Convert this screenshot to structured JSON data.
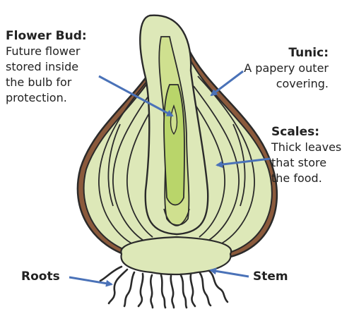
{
  "labels": {
    "flower_bud": {
      "title": "Flower Bud:",
      "lines": [
        "Future flower",
        "stored inside",
        "the bulb for",
        "protection."
      ]
    },
    "tunic": {
      "title": "Tunic:",
      "lines": [
        "A papery outer",
        "covering."
      ]
    },
    "scales": {
      "title": "Scales:",
      "lines": [
        "Thick leaves",
        "that store",
        "the food."
      ]
    },
    "roots": {
      "title": "Roots"
    },
    "stem": {
      "title": "Stem"
    }
  },
  "colors": {
    "arrow": "#4a72b8",
    "tunic": "#8b5a3c",
    "scale_fill": "#dde8b8",
    "inner_fill": "#cfe08f",
    "bud_fill": "#b9d56a",
    "outline": "#2a2a2a"
  }
}
